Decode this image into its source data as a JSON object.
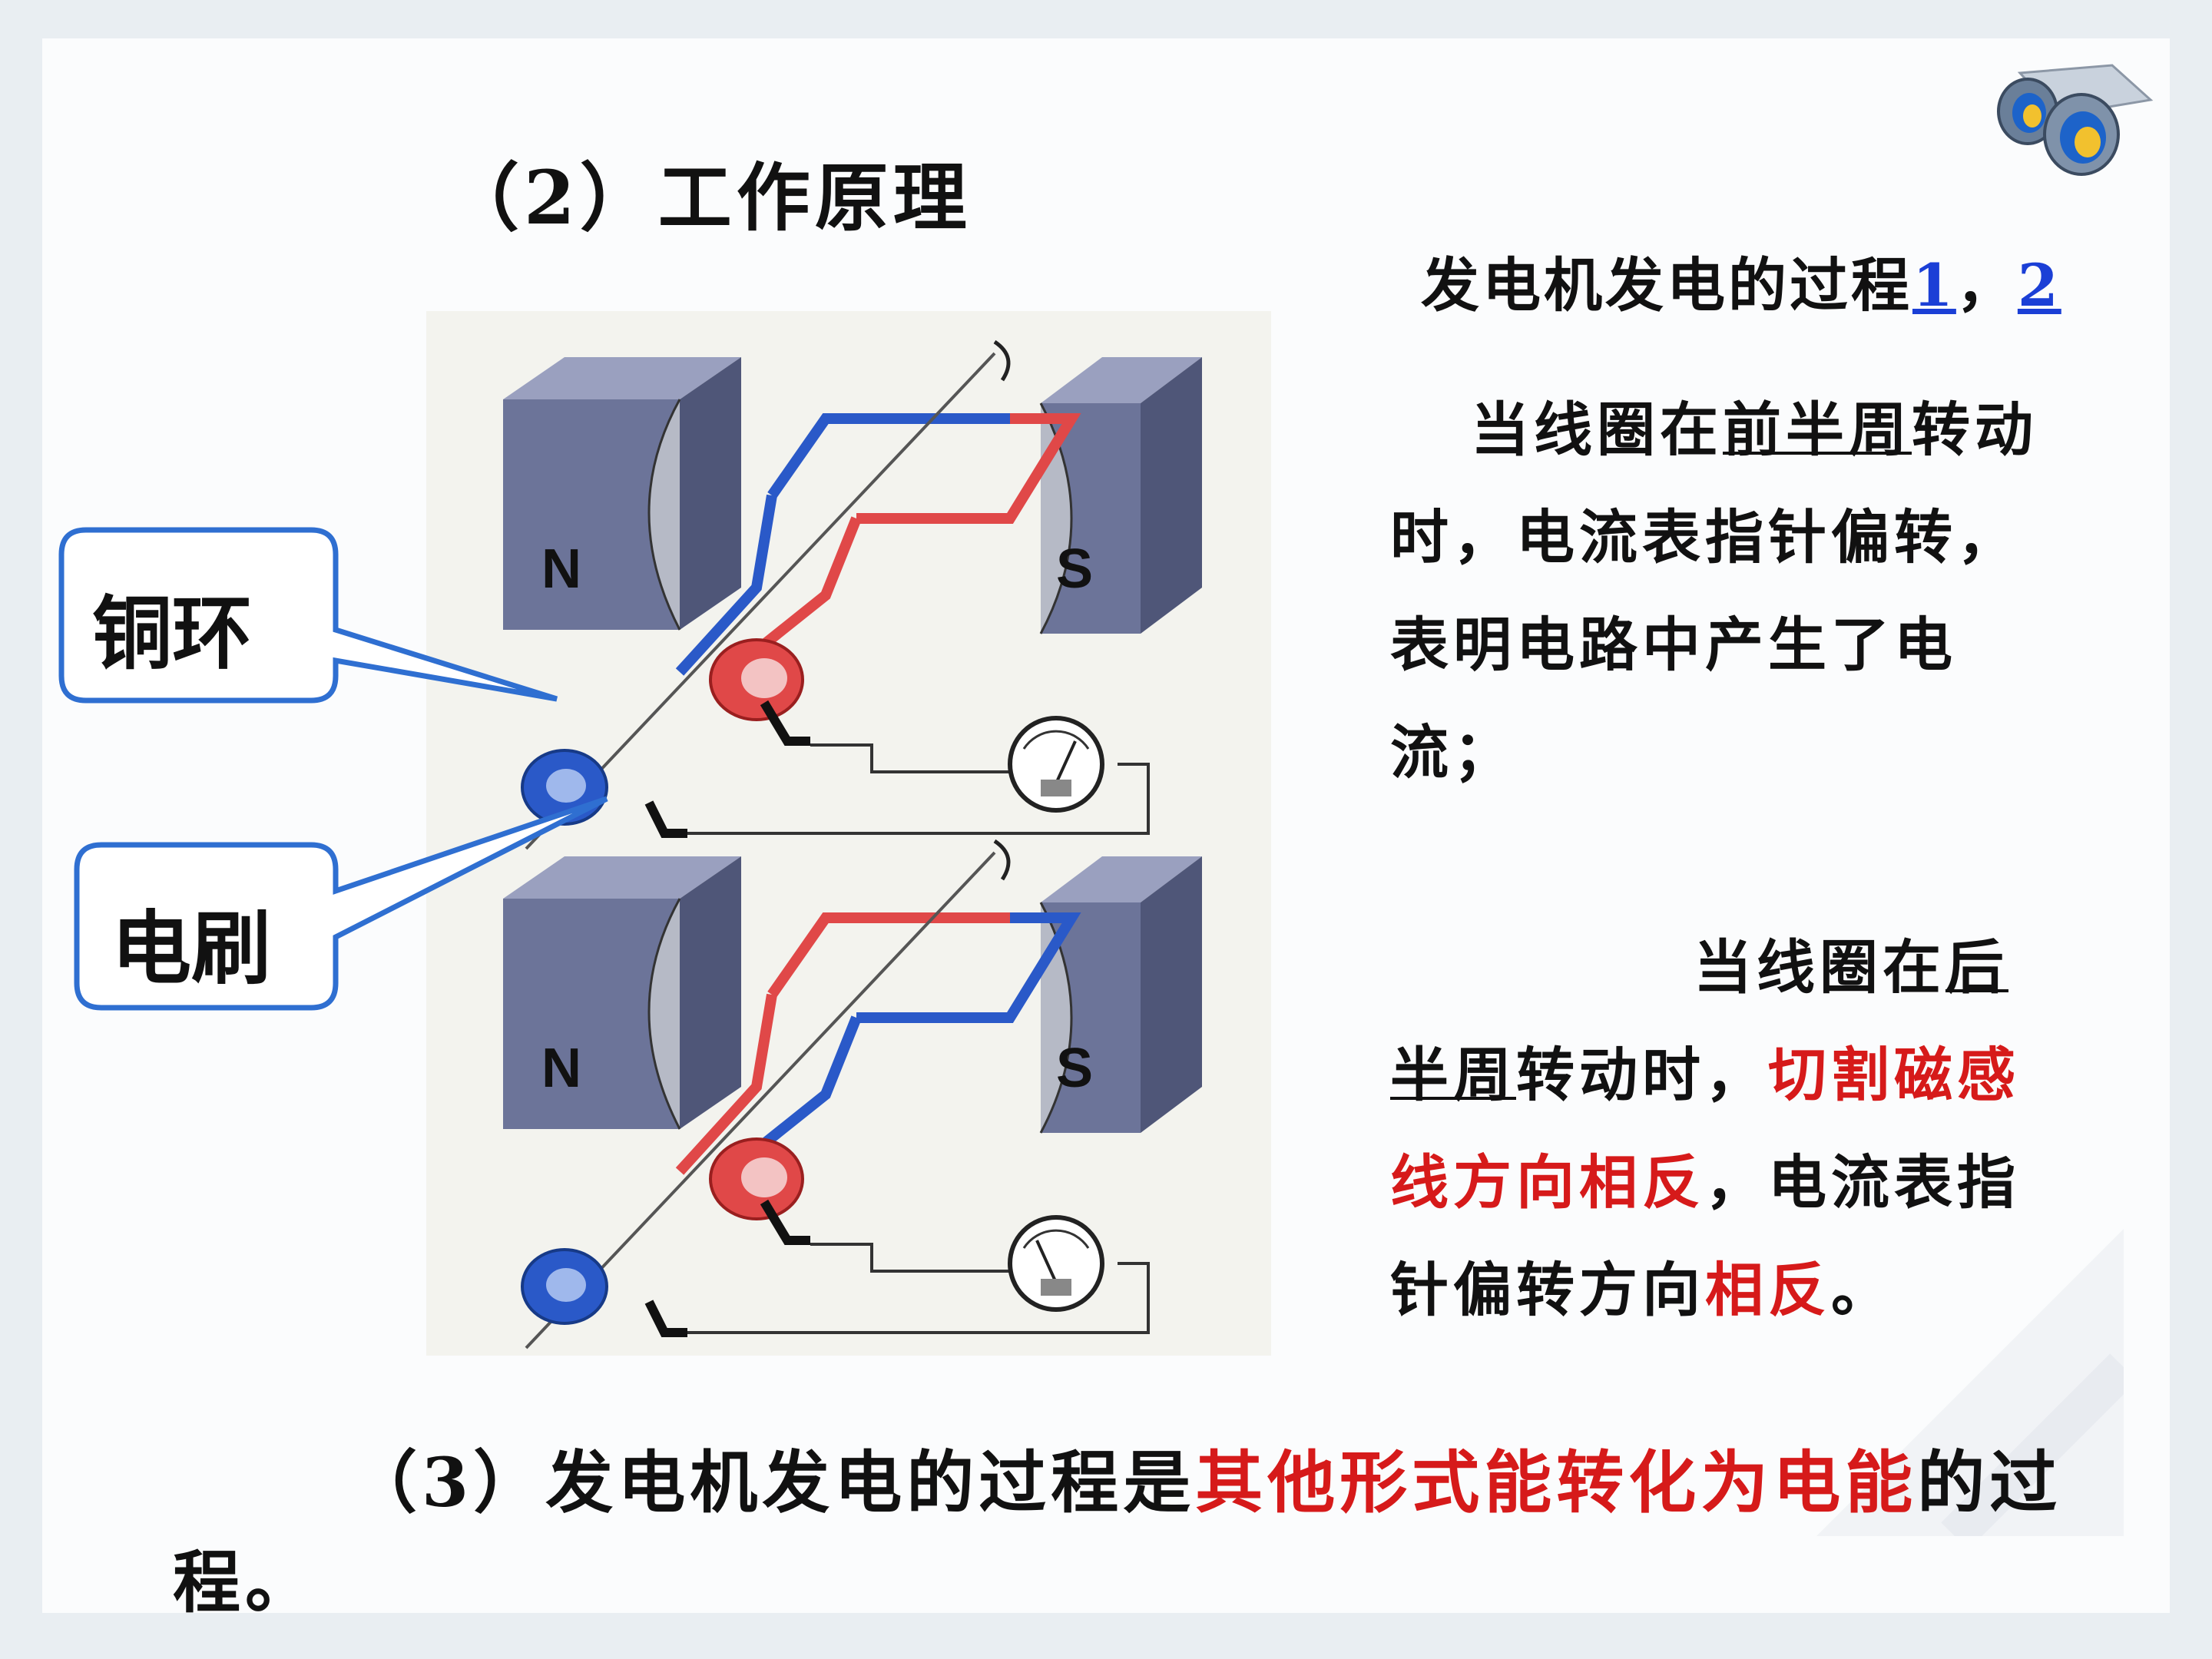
{
  "slide": {
    "title": "（2）工作原理",
    "process_label": "发电机发电的过程",
    "process_link_1": "1",
    "process_sep": "，",
    "process_link_2": "2"
  },
  "paragraph1": {
    "indent": "当线圈在",
    "underlined": "前半周",
    "rest": "转动时，电流表指针偏转，表明电路中产生了电流；"
  },
  "paragraph2": {
    "indent": "当线圈在",
    "underlined": "后半周",
    "mid": "转动时，",
    "red1": "切割磁感线方向相反",
    "mid2": "，电流表指针偏转方向",
    "red2": "相反",
    "end": "。"
  },
  "bottom": {
    "prefix": "（3）发电机发电的过程是",
    "red1": "其他形式能转化为电能",
    "suffix": "的过程。"
  },
  "callouts": {
    "copper_ring": "铜环",
    "brush": "电刷"
  },
  "diagram": {
    "magnet_north": "N",
    "magnet_south": "S"
  },
  "colors": {
    "red_text": "#d61a1a",
    "link": "#1b3fd6",
    "callout_border": "#2f6fd1",
    "magnet": "#6c7499",
    "red_wire": "#e04848",
    "blue_wire": "#2a59c8"
  },
  "icons": [
    "binoculars-icon",
    "ammeter-icon"
  ]
}
